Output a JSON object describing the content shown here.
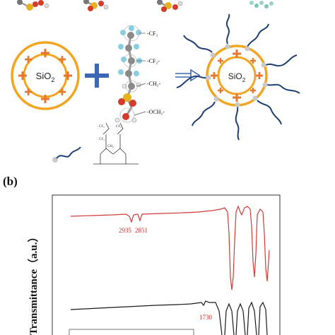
{
  "schematic": {
    "core_label": "SiO",
    "core_subscript": "2",
    "plus_symbol": "+",
    "colors": {
      "shell": "#f2a51f",
      "plus_sign": "#e7762f",
      "operator": "#3b67b6",
      "chain": "#1e3f73",
      "arrow": "#3b67b6"
    },
    "molecule_groups": [
      "-CF₃",
      "-CF₂-",
      "-CH₂-",
      "-OCH₃-"
    ],
    "legend_groups": [
      "CF₃",
      "CF₂",
      "CH₂"
    ]
  },
  "panel_b": {
    "label": "(b)",
    "y_axis_label": "Transmittance（a.u.）",
    "upper_spectrum": {
      "peak_labels": [
        "2935",
        "2851"
      ],
      "color": "#d23a36"
    },
    "lower_spectrum": {
      "peak_labels": [
        "1730"
      ],
      "color": "#1a1a1a"
    }
  }
}
